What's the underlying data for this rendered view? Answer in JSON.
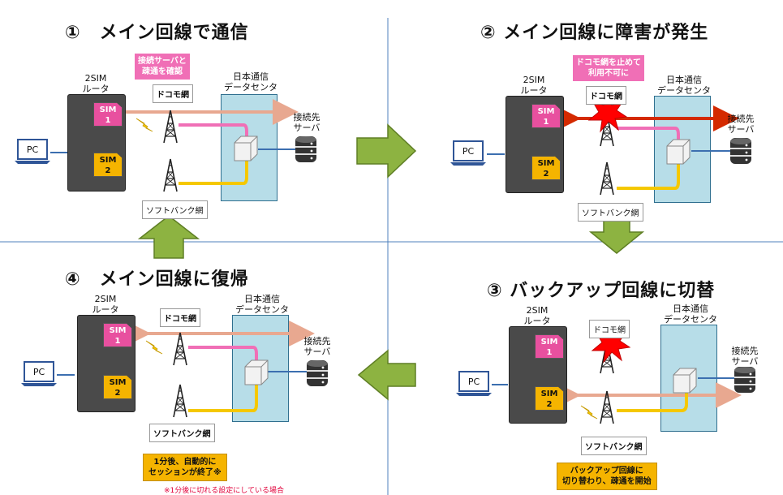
{
  "quadrants": [
    {
      "title": "①　メイン回線で通信"
    },
    {
      "title": "② メイン回線に障害が発生"
    },
    {
      "title": "③ バックアップ回線に切替"
    },
    {
      "title": "④　メイン回線に復帰"
    }
  ],
  "labels": {
    "router": "2SIM\nルータ",
    "router_line1": "2SIM",
    "router_line2": "ルータ",
    "dc_line1": "日本通信",
    "dc_line2": "データセンタ",
    "server_line1": "接続先",
    "server_line2": "サーバ",
    "pc": "PC",
    "sim1_top": "SIM",
    "sim1_bottom": "1",
    "sim2_top": "SIM",
    "sim2_bottom": "2",
    "docomo": "ドコモ網",
    "softbank": "ソフトバンク網"
  },
  "callouts": {
    "q1_line1": "接続サーバと",
    "q1_line2": "疎通を確認",
    "q2_line1": "ドコモ網を止めて",
    "q2_line2": "利用不可に",
    "q3_line1": "バックアップ回線に",
    "q3_line2": "切り替わり、疎通を開始",
    "q4_line1": "1分後、自動的に",
    "q4_line2": "セッションが終了※",
    "q4_note": "※1分後に切れる設定にしている場合"
  },
  "colors": {
    "pink": "#f06fb6",
    "yellow": "#f5c800",
    "salmon": "#e8a890",
    "red": "#d42a00",
    "green": "#8db341",
    "divider": "#4f81bd",
    "dc_fill": "#b7dde8",
    "router_fill": "#4a4a4a"
  }
}
